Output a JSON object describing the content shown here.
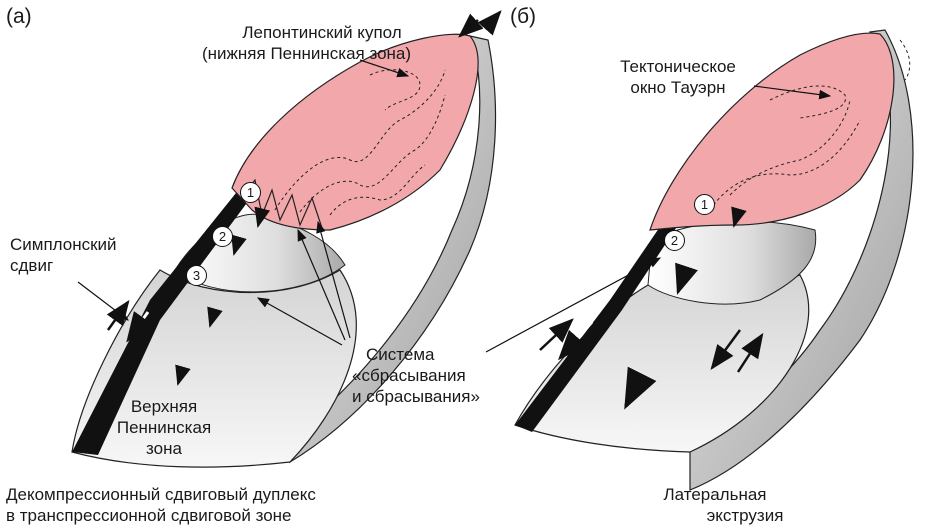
{
  "panel_a": {
    "letter": "(а)",
    "dome_label": [
      "Лепонтинский купол",
      "(нижняя Пеннинская зона)"
    ],
    "simplon_label": [
      "Симплонский",
      "сдвиг"
    ],
    "system_label": [
      "Система",
      "«сбрасывания",
      "и сбрасывания»"
    ],
    "upper_penninic_label": [
      "Верхняя",
      "Пеннинская",
      "зона"
    ],
    "caption": [
      "Декомпрессионный сдвиговый дуплекс",
      "в транспрессионной сдвиговой зоне"
    ],
    "markers": [
      "1",
      "2",
      "3"
    ]
  },
  "panel_b": {
    "letter": "(б)",
    "window_label": [
      "Тектоническое",
      "окно Тауэрн"
    ],
    "caption": [
      "Латеральная",
      "экструзия"
    ],
    "markers": [
      "1",
      "2"
    ]
  },
  "colors": {
    "dome_pink": "#f2a7ab",
    "fault_black": "#111111",
    "block_gray": "#c9c9c9",
    "block_white": "#f4f4f4"
  }
}
